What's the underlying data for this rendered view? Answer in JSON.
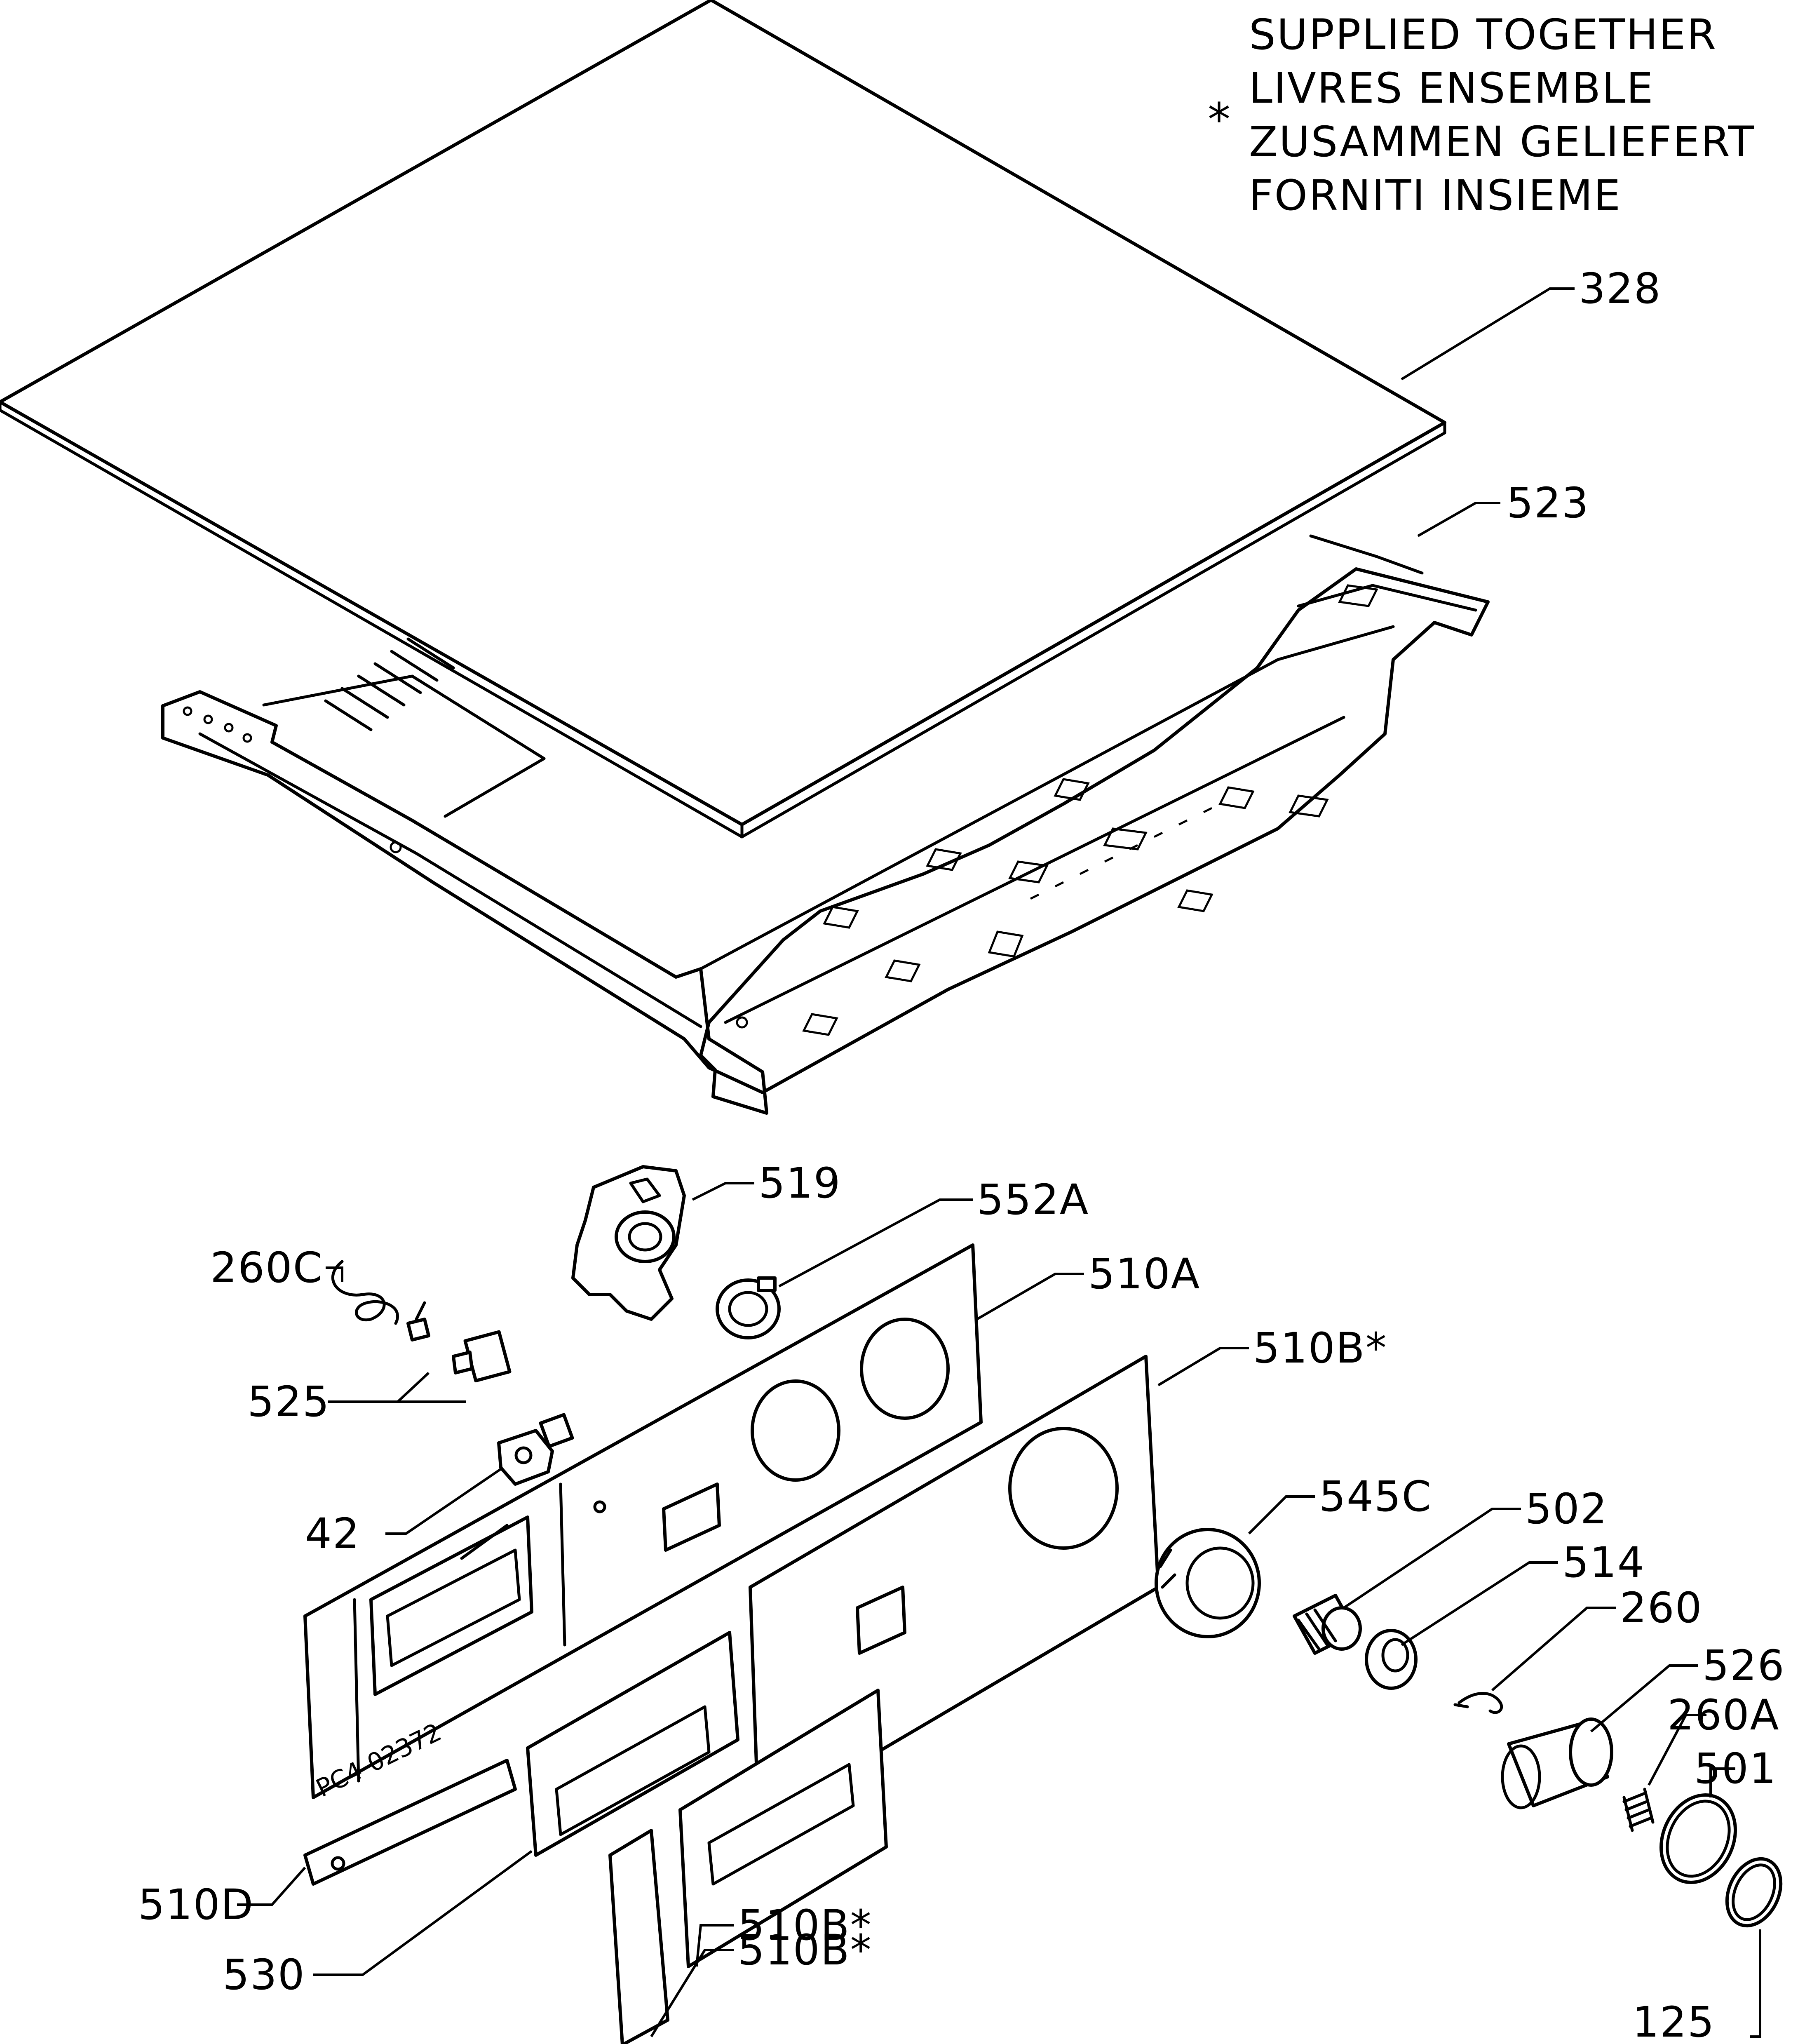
{
  "legend": {
    "symbol": "*",
    "lines": [
      "SUPPLIED TOGETHER",
      "LIVRES ENSEMBLE",
      "ZUSAMMEN GELIEFERT",
      "FORNITI INSIEME"
    ]
  },
  "drawing_code": "PC4-02372",
  "parts": {
    "p328": "328",
    "p523": "523",
    "p519": "519",
    "p552A": "552A",
    "p260C": "260C",
    "p510A": "510A",
    "p510B_a": "510B*",
    "p525": "525",
    "p42": "42",
    "p545C": "545C",
    "p502": "502",
    "p514": "514",
    "p260": "260",
    "p526": "526",
    "p260A": "260A",
    "p501": "501",
    "p510D": "510D",
    "p530": "530",
    "p510B_b": "510B*",
    "p510B_c": "510B*",
    "p125": "125"
  }
}
